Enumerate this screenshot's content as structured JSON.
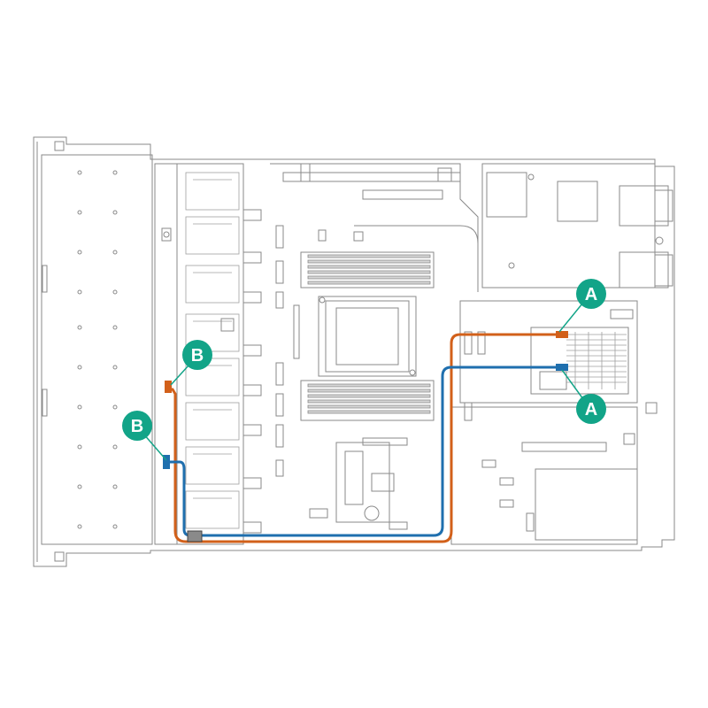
{
  "callouts": {
    "a_top": "A",
    "a_bottom": "A",
    "b_top": "B",
    "b_bottom": "B"
  },
  "colors": {
    "callout": "#12a488",
    "cable_orange": "#d2601a",
    "cable_blue": "#1f6fae",
    "line": "#8a8a8a"
  }
}
